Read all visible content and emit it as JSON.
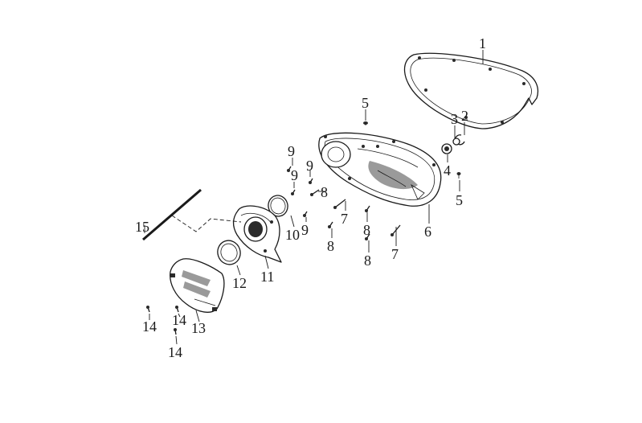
{
  "callouts": [
    {
      "id": "c1",
      "text": "1"
    },
    {
      "id": "c2",
      "text": "2"
    },
    {
      "id": "c3",
      "text": "3"
    },
    {
      "id": "c4",
      "text": "4"
    },
    {
      "id": "c5a",
      "text": "5"
    },
    {
      "id": "c5b",
      "text": "5"
    },
    {
      "id": "c6",
      "text": "6"
    },
    {
      "id": "c7a",
      "text": "7"
    },
    {
      "id": "c7b",
      "text": "7"
    },
    {
      "id": "c8a",
      "text": "8"
    },
    {
      "id": "c8b",
      "text": "8"
    },
    {
      "id": "c8c",
      "text": "8"
    },
    {
      "id": "c8d",
      "text": "8"
    },
    {
      "id": "c9a",
      "text": "9"
    },
    {
      "id": "c9b",
      "text": "9"
    },
    {
      "id": "c9c",
      "text": "9"
    },
    {
      "id": "c9d",
      "text": "9"
    },
    {
      "id": "c10",
      "text": "10"
    },
    {
      "id": "c11",
      "text": "11"
    },
    {
      "id": "c12",
      "text": "12"
    },
    {
      "id": "c13",
      "text": "13"
    },
    {
      "id": "c14a",
      "text": "14"
    },
    {
      "id": "c14b",
      "text": "14"
    },
    {
      "id": "c14c",
      "text": "14"
    },
    {
      "id": "c15",
      "text": "15"
    }
  ]
}
